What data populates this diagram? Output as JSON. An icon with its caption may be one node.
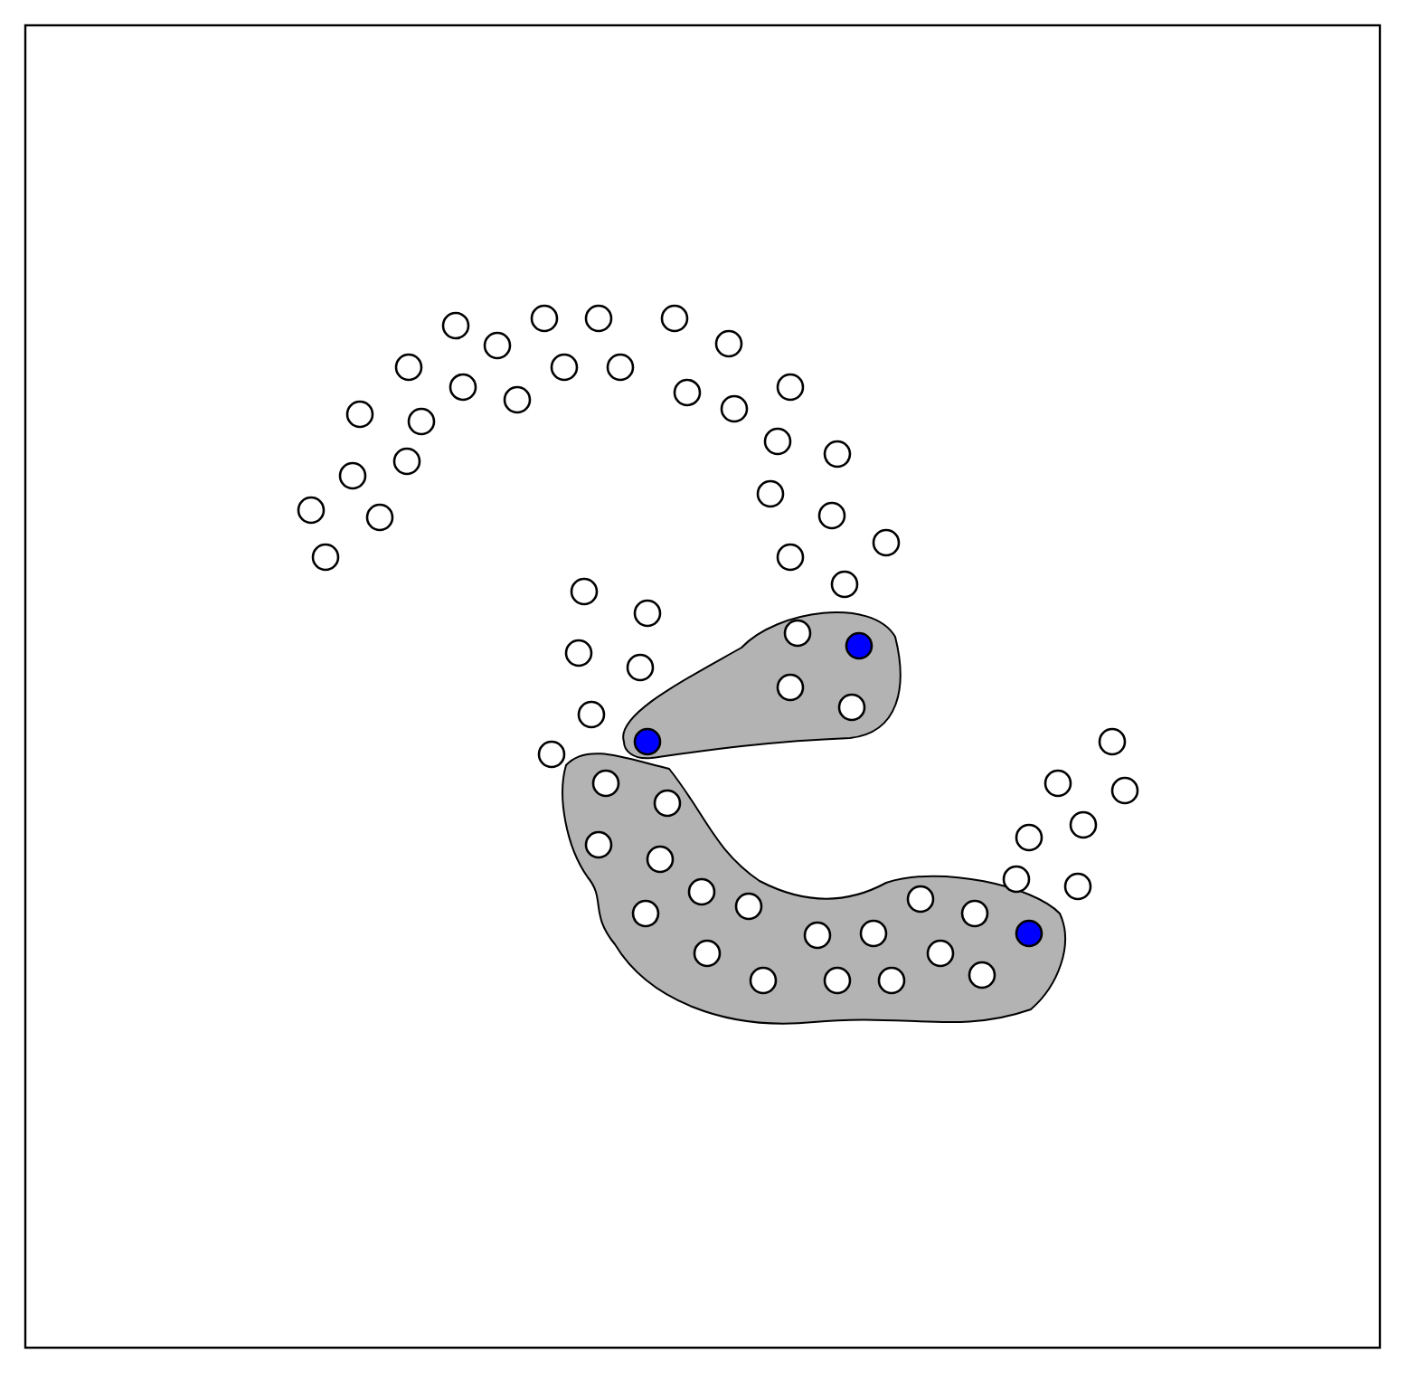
{
  "diagram": {
    "nodes": [
      {
        "text": [],
        "shape": "blob"
      },
      {
        "text": [],
        "shape": "blob"
      },
      {
        "text": [],
        "shape": "circle"
      },
      {
        "text": [],
        "shape": "circle"
      },
      {
        "text": [],
        "shape": "circle"
      },
      {
        "text": [],
        "shape": "circle"
      },
      {
        "text": [],
        "shape": "circle"
      },
      {
        "text": [],
        "shape": "circle"
      },
      {
        "text": [],
        "shape": "circle"
      },
      {
        "text": [],
        "shape": "circle"
      },
      {
        "text": [],
        "shape": "circle"
      },
      {
        "text": [],
        "shape": "circle"
      },
      {
        "text": [],
        "shape": "circle"
      },
      {
        "text": [],
        "shape": "circle"
      },
      {
        "text": [],
        "shape": "circle"
      },
      {
        "text": [],
        "shape": "circle"
      },
      {
        "text": [],
        "shape": "circle"
      },
      {
        "text": [],
        "shape": "circle"
      },
      {
        "text": [],
        "shape": "circle"
      },
      {
        "text": [],
        "shape": "circle"
      },
      {
        "text": [],
        "shape": "circle"
      },
      {
        "text": [],
        "shape": "circle"
      },
      {
        "text": [],
        "shape": "circle"
      },
      {
        "text": [],
        "shape": "circle"
      },
      {
        "text": [],
        "shape": "circle"
      },
      {
        "text": [],
        "shape": "circle"
      },
      {
        "text": [],
        "shape": "circle"
      },
      {
        "text": [],
        "shape": "circle"
      },
      {
        "text": [],
        "shape": "circle"
      },
      {
        "text": [],
        "shape": "circle"
      },
      {
        "text": [],
        "shape": "circle"
      },
      {
        "text": [],
        "shape": "circle"
      },
      {
        "text": [],
        "shape": "circle"
      },
      {
        "text": [],
        "shape": "circle"
      },
      {
        "text": [],
        "shape": "circle"
      },
      {
        "text": [],
        "shape": "circle"
      },
      {
        "text": [],
        "shape": "circle",
        "in": 0
      },
      {
        "text": [],
        "shape": "dot",
        "in": 0
      },
      {
        "text": [],
        "shape": "circle",
        "in": 0
      },
      {
        "text": [],
        "shape": "circle",
        "in": 0
      },
      {
        "text": [],
        "shape": "dot",
        "in": 0
      },
      {
        "text": [],
        "shape": "circle",
        "in": 1
      },
      {
        "text": [],
        "shape": "circle",
        "in": 1
      },
      {
        "text": [],
        "shape": "circle",
        "in": 1
      },
      {
        "text": [],
        "shape": "circle",
        "in": 1
      },
      {
        "text": [],
        "shape": "circle",
        "in": 1
      },
      {
        "text": [],
        "shape": "circle",
        "in": 1
      },
      {
        "text": [],
        "shape": "circle",
        "in": 1
      },
      {
        "text": [],
        "shape": "circle",
        "in": 1
      },
      {
        "text": [],
        "shape": "circle",
        "in": 1
      },
      {
        "text": [],
        "shape": "circle",
        "in": 1
      },
      {
        "text": [],
        "shape": "circle",
        "in": 1
      },
      {
        "text": [],
        "shape": "circle",
        "in": 1
      },
      {
        "text": [],
        "shape": "circle",
        "in": 1
      },
      {
        "text": [],
        "shape": "circle",
        "in": 1
      },
      {
        "text": [],
        "shape": "circle",
        "in": 1
      },
      {
        "text": [],
        "shape": "circle",
        "in": 1
      },
      {
        "text": [],
        "shape": "circle",
        "in": 1
      },
      {
        "text": [],
        "shape": "dot",
        "in": 1
      },
      {
        "text": [],
        "shape": "circle"
      },
      {
        "text": [],
        "shape": "circle"
      },
      {
        "text": [],
        "shape": "circle"
      },
      {
        "text": [],
        "shape": "circle"
      },
      {
        "text": [],
        "shape": "circle"
      },
      {
        "text": [],
        "shape": "circle"
      },
      {
        "text": [],
        "shape": "circle"
      }
    ]
  }
}
